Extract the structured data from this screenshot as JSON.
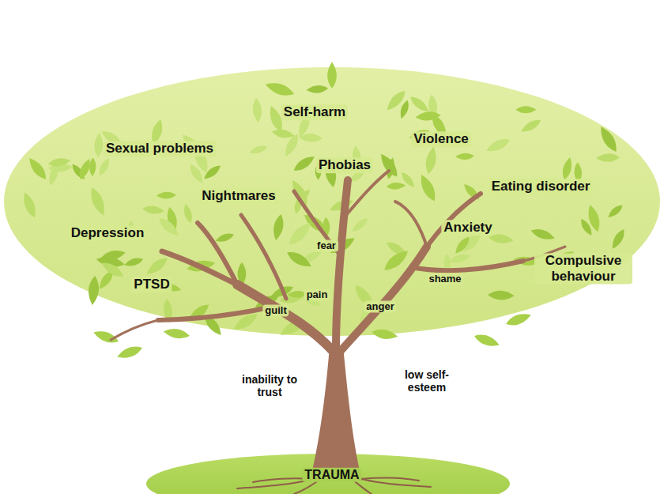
{
  "diagram": {
    "labels": [
      "Self-harm",
      "Sexual problems",
      "Violence",
      "Phobias",
      "Eating disorder",
      "Nightmares",
      "Depression",
      "Anxiety",
      "fear",
      "Compulsive behaviour",
      "shame",
      "PTSD",
      "pain",
      "anger",
      "guilt",
      "inability to trust",
      "low self-esteem",
      "TRAUMA"
    ]
  }
}
